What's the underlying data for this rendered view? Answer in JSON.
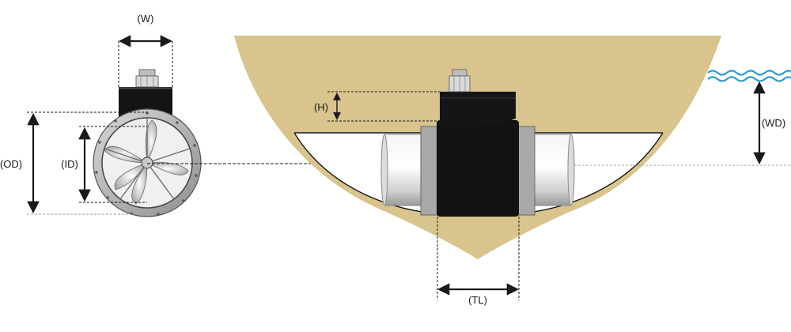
{
  "labels": {
    "width": "(W)",
    "outer_diameter": "(OD)",
    "inner_diameter": "(ID)",
    "height": "(H)",
    "water_depth": "(WD)",
    "tunnel_length": "(TL)"
  },
  "colors": {
    "hull": "#d8c48c",
    "water": "#2e9bd6",
    "motor": "#111111",
    "tunnel": "#e4e4e4",
    "arrow": "#1a1a1a"
  },
  "icons": {
    "front_view": "thruster-front-view-icon",
    "side_view": "thruster-side-view-icon",
    "waterline": "waterline-waves-icon"
  }
}
